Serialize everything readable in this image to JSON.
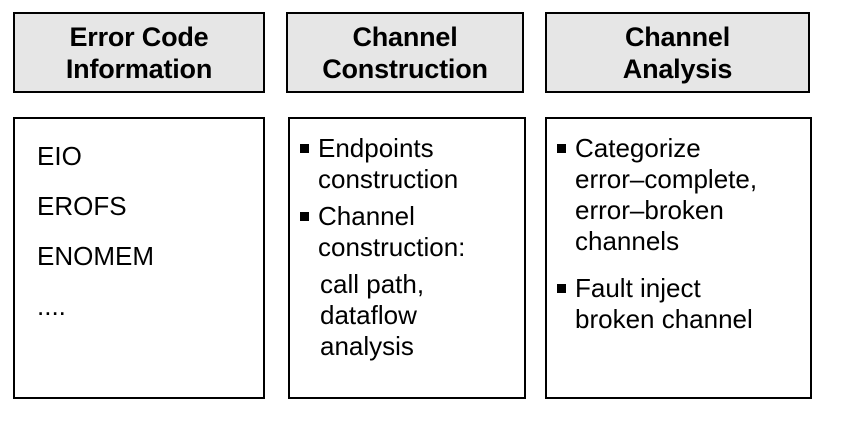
{
  "diagram": {
    "type": "three-column-shadow-boxes",
    "colors": {
      "page_background": "#ffffff",
      "header_fill": "#e6e6e6",
      "body_fill": "#ffffff",
      "border": "#000000",
      "shadow": "#000000",
      "text": "#000000"
    },
    "columns": [
      {
        "id": "error-code-information",
        "header": "Error Code\nInformation",
        "list_style": "plain",
        "items": [
          {
            "text": "EIO"
          },
          {
            "text": "EROFS"
          },
          {
            "text": "ENOMEM"
          },
          {
            "text": "...."
          }
        ]
      },
      {
        "id": "channel-construction",
        "header": "Channel\nConstruction",
        "list_style": "bullet",
        "bullet_glyph": "filled-square",
        "items": [
          {
            "text": "Endpoints\nconstruction",
            "sub": ""
          },
          {
            "text": "Channel\nconstruction:",
            "sub": "call path,\ndataflow\nanalysis"
          }
        ]
      },
      {
        "id": "channel-analysis",
        "header": "Channel\nAnalysis",
        "list_style": "bullet",
        "bullet_glyph": "filled-square",
        "items": [
          {
            "text": "Categorize\nerror–complete,\nerror–broken\nchannels",
            "sub": ""
          },
          {
            "text": "Fault inject\nbroken channel",
            "sub": ""
          }
        ]
      }
    ]
  }
}
